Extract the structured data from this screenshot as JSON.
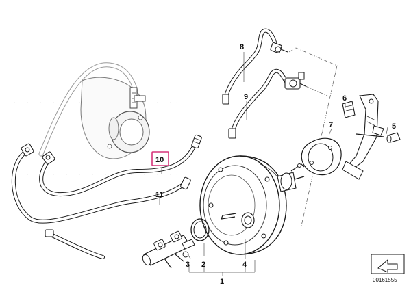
{
  "diagram": {
    "callouts": [
      {
        "id": "c1",
        "text": "1"
      },
      {
        "id": "c2",
        "text": "2"
      },
      {
        "id": "c3",
        "text": "3"
      },
      {
        "id": "c4",
        "text": "4"
      },
      {
        "id": "c5",
        "text": "5"
      },
      {
        "id": "c6",
        "text": "6"
      },
      {
        "id": "c7",
        "text": "7"
      },
      {
        "id": "c8",
        "text": "8"
      },
      {
        "id": "c9",
        "text": "9"
      },
      {
        "id": "c10",
        "text": "10"
      },
      {
        "id": "c11",
        "text": "11"
      }
    ],
    "highlighted_callout": "10",
    "highlight_color": "#d6337a",
    "document_number": "00161555"
  }
}
